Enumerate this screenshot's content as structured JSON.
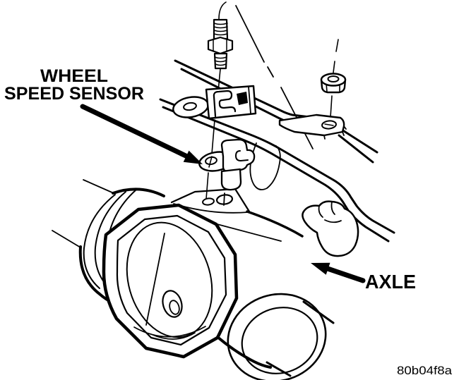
{
  "figure": {
    "type": "service-manual-line-illustration",
    "callouts": {
      "wheel_speed_sensor_line1": "WHEEL",
      "wheel_speed_sensor_line2": "SPEED SENSOR",
      "axle": "AXLE"
    },
    "figure_code": "80b04f8a",
    "colors": {
      "line": "#000000",
      "background": "#ffffff"
    }
  }
}
